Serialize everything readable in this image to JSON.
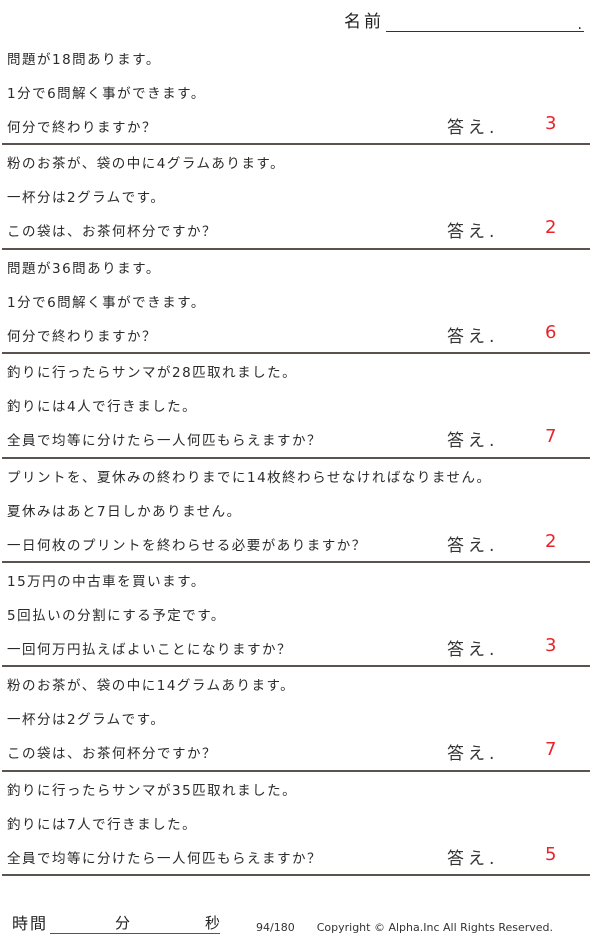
{
  "header": {
    "name_label": "名前",
    "name_dot": "."
  },
  "answer_label": "答え.",
  "problems": [
    {
      "lines": [
        "問題が18問あります。",
        "1分で6問解く事ができます。",
        "何分で終わりますか？"
      ],
      "answer": "3"
    },
    {
      "lines": [
        "粉のお茶が、袋の中に4グラムあります。",
        "一杯分は2グラムです。",
        "この袋は、お茶何杯分ですか？"
      ],
      "answer": "2"
    },
    {
      "lines": [
        "問題が36問あります。",
        "1分で6問解く事ができます。",
        "何分で終わりますか？"
      ],
      "answer": "6"
    },
    {
      "lines": [
        "釣りに行ったらサンマが28匹取れました。",
        "釣りには4人で行きました。",
        "全員で均等に分けたら一人何匹もらえますか？"
      ],
      "answer": "7"
    },
    {
      "lines": [
        "プリントを、夏休みの終わりまでに14枚終わらせなければなりません。",
        "夏休みはあと7日しかありません。",
        "一日何枚のプリントを終わらせる必要がありますか？"
      ],
      "answer": "2"
    },
    {
      "lines": [
        "15万円の中古車を買います。",
        "5回払いの分割にする予定です。",
        "一回何万円払えばよいことになりますか？"
      ],
      "answer": "3"
    },
    {
      "lines": [
        "粉のお茶が、袋の中に14グラムあります。",
        "一杯分は2グラムです。",
        "この袋は、お茶何杯分ですか？"
      ],
      "answer": "7"
    },
    {
      "lines": [
        "釣りに行ったらサンマが35匹取れました。",
        "釣りには7人で行きました。",
        "全員で均等に分けたら一人何匹もらえますか？"
      ],
      "answer": "5"
    }
  ],
  "footer": {
    "time_label": "時間",
    "minutes_label": "分",
    "seconds_label": "秒",
    "page": "94/180",
    "copyright": "Copyright ©  Alpha.Inc All Rights Reserved."
  },
  "colors": {
    "answer": "#e8232b",
    "rule": "#5a5350"
  }
}
